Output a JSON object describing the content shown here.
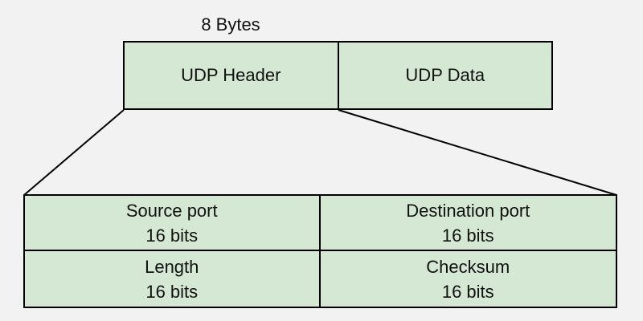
{
  "title": "8 Bytes",
  "colors": {
    "background": "#f2f2f2",
    "fill": "#d5e8d4",
    "border": "#000000",
    "text": "#111111"
  },
  "packet": {
    "header_label": "UDP Header",
    "data_label": "UDP Data"
  },
  "fields": [
    {
      "name": "Source port",
      "size": "16 bits"
    },
    {
      "name": "Destination port",
      "size": "16 bits"
    },
    {
      "name": "Length",
      "size": "16 bits"
    },
    {
      "name": "Checksum",
      "size": "16 bits"
    }
  ]
}
